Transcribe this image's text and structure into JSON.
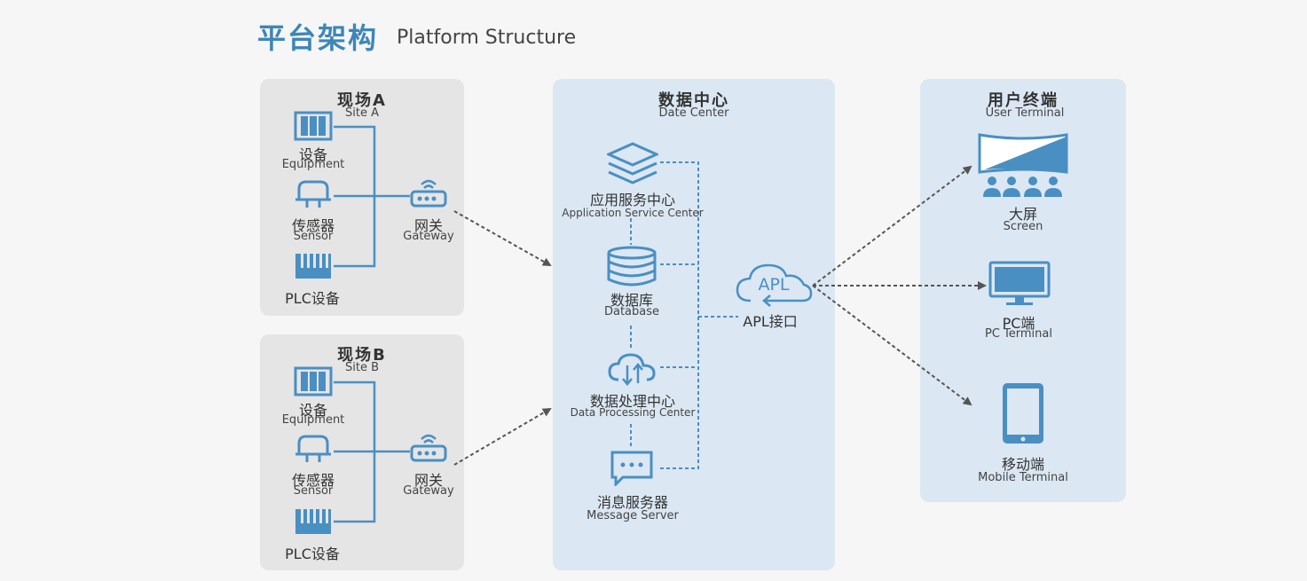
{
  "title": {
    "cn": "平台架构",
    "en": "Platform Structure"
  },
  "site_a": {
    "title_cn": "现场A",
    "title_en": "Site A",
    "equipment_cn": "设备",
    "equipment_en": "Equipment",
    "sensor_cn": "传感器",
    "sensor_en": "Sensor",
    "plc_cn": "PLC设备",
    "gateway_cn": "网关",
    "gateway_en": "Gateway"
  },
  "site_b": {
    "title_cn": "现场B",
    "title_en": "Site B",
    "equipment_cn": "设备",
    "equipment_en": "Equipment",
    "sensor_cn": "传感器",
    "sensor_en": "Sensor",
    "plc_cn": "PLC设备",
    "gateway_cn": "网关",
    "gateway_en": "Gateway"
  },
  "data_center": {
    "title_cn": "数据中心",
    "title_en": "Date Center",
    "app_service_cn": "应用服务中心",
    "app_service_en": "Application Service Center",
    "database_cn": "数据库",
    "database_en": "Database",
    "processing_cn": "数据处理中心",
    "processing_en": "Data Processing Center",
    "message_cn": "消息服务器",
    "message_en": "Message Server",
    "cloud_text": "APL",
    "api_cn": "APL接口"
  },
  "user_terminal": {
    "title_cn": "用户终端",
    "title_en": "User Terminal",
    "screen_cn": "大屏",
    "screen_en": "Screen",
    "pc_cn": "PC端",
    "pc_en": "PC Terminal",
    "mobile_cn": "移动端",
    "mobile_en": "Mobile Terminal"
  },
  "colors": {
    "accent": "#3d86b8",
    "icon": "#4a8fc2",
    "site_panel": "#e5e5e5",
    "blue_panel": "#dbe7f3",
    "arrow": "#555555"
  }
}
